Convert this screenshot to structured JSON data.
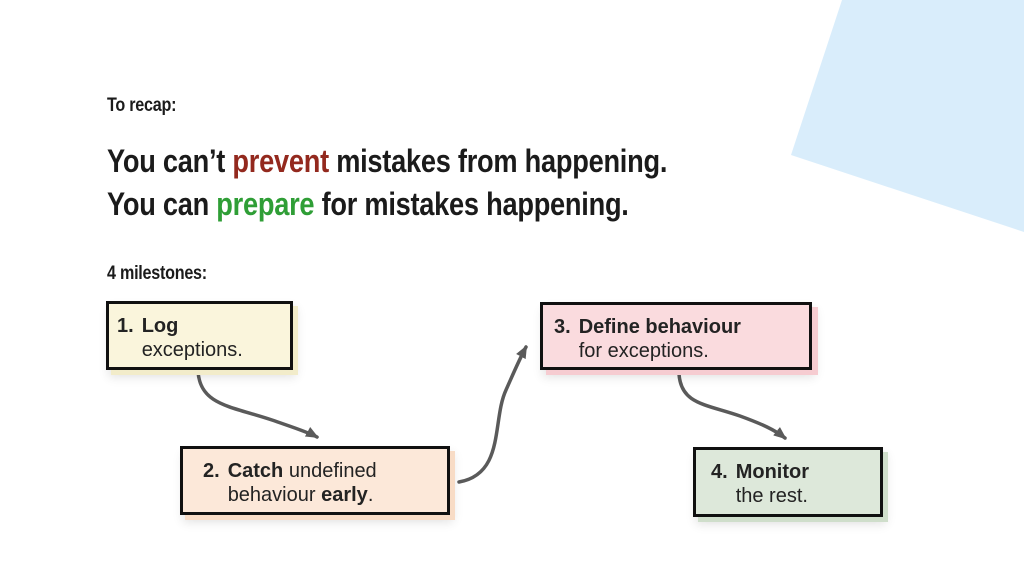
{
  "slide": {
    "recap_label": "To recap:",
    "heading": {
      "line1_pre": "You can’t ",
      "line1_highlight": "prevent",
      "line1_post": " mistakes from happening.",
      "line2_pre": "You can ",
      "line2_highlight": "prepare",
      "line2_post": " for mistakes happening."
    },
    "milestones_label": "4 milestones:",
    "boxes": [
      {
        "number": "1.",
        "l1_bold": "Log",
        "l1_rest": "",
        "l2_pre": "exceptions.",
        "l2_bold": "",
        "l2_post": "",
        "fill": "#faf5dc"
      },
      {
        "number": "2.",
        "l1_bold": "Catch",
        "l1_rest": " undefined",
        "l2_pre": "behaviour ",
        "l2_bold": "early",
        "l2_post": ".",
        "fill": "#fce8d9"
      },
      {
        "number": "3.",
        "l1_bold": "Define behaviour",
        "l1_rest": "",
        "l2_pre": "for exceptions.",
        "l2_bold": "",
        "l2_post": "",
        "fill": "#fadbde"
      },
      {
        "number": "4.",
        "l1_bold": "Monitor",
        "l1_rest": "",
        "l2_pre": "the rest.",
        "l2_bold": "",
        "l2_post": "",
        "fill": "#dde8da"
      }
    ],
    "palette": {
      "highlight_red": "#93291e",
      "highlight_green": "#2f9e36",
      "text": "#1b1b1b",
      "box_border": "#101010",
      "arrow": "#5a5a5a",
      "corner_accent": "#d9edfb"
    }
  }
}
